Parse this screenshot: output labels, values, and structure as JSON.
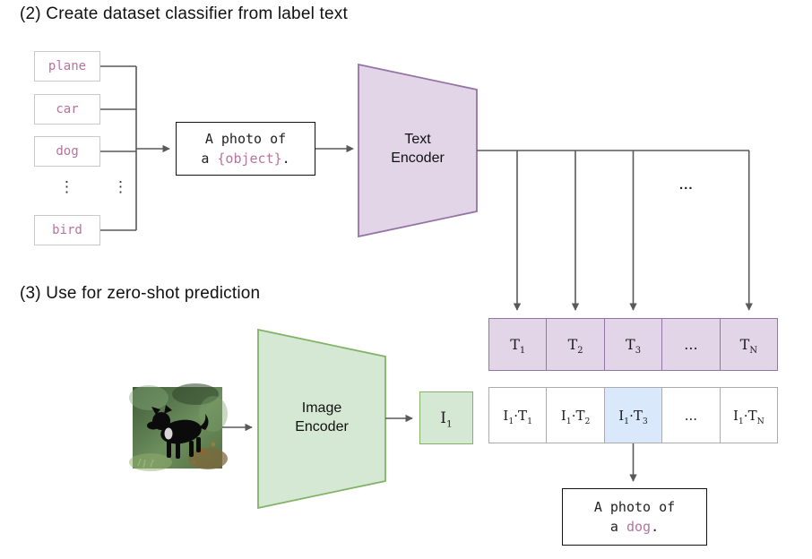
{
  "colors": {
    "purple_fill": "#e1d5e7",
    "purple_border": "#9673a6",
    "green_fill": "#d5e8d4",
    "green_border": "#82b366",
    "highlight_blue_fill": "#dae8fc",
    "label_text_pink": "#b5739d",
    "arrow_gray": "#595959"
  },
  "section2": {
    "title": "(2) Create dataset classifier from label text",
    "labels": [
      "plane",
      "car",
      "dog",
      "bird"
    ],
    "vertical_ellipsis": "⋮",
    "prompt": {
      "line1": "A photo of",
      "line2_prefix": "a ",
      "object": "{object}",
      "line2_suffix": "."
    },
    "text_encoder": {
      "line1": "Text",
      "line2": "Encoder"
    },
    "branch_dots": "...",
    "t_row": [
      {
        "base": "T",
        "sub": "1"
      },
      {
        "base": "T",
        "sub": "2"
      },
      {
        "base": "T",
        "sub": "3"
      },
      {
        "base": "...",
        "sub": ""
      },
      {
        "base": "T",
        "sub": "N"
      }
    ]
  },
  "section3": {
    "title": "(3) Use for zero-shot prediction",
    "image_encoder": {
      "line1": "Image",
      "line2": "Encoder"
    },
    "i_box": {
      "base": "I",
      "sub": "1"
    },
    "logits_row": [
      {
        "a": "I",
        "a_sub": "1",
        "b": "·T",
        "b_sub": "1"
      },
      {
        "a": "I",
        "a_sub": "1",
        "b": "·T",
        "b_sub": "2"
      },
      {
        "a": "I",
        "a_sub": "1",
        "b": "·T",
        "b_sub": "3"
      },
      {
        "a": "...",
        "a_sub": "",
        "b": "",
        "b_sub": ""
      },
      {
        "a": "I",
        "a_sub": "1",
        "b": "·T",
        "b_sub": "N"
      }
    ],
    "prediction": {
      "line1": "A photo of",
      "line2_prefix": "a ",
      "object": "dog",
      "line2_suffix": "."
    }
  }
}
